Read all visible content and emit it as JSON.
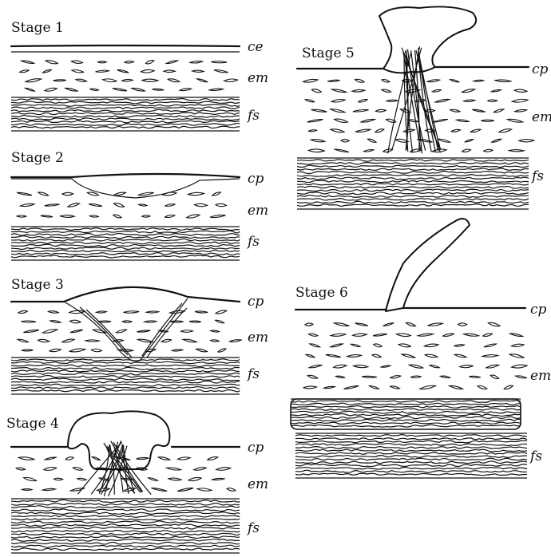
{
  "stages": [
    {
      "title": "Stage 1",
      "labels": [
        "ce",
        "em",
        "fs"
      ]
    },
    {
      "title": "Stage 2",
      "labels": [
        "cp",
        "em",
        "fs"
      ]
    },
    {
      "title": "Stage 3",
      "labels": [
        "cp",
        "em",
        "fs"
      ]
    },
    {
      "title": "Stage 4",
      "labels": [
        "cp",
        "em",
        "fs"
      ]
    },
    {
      "title": "Stage 5",
      "labels": [
        "cp",
        "em",
        "fs"
      ]
    },
    {
      "title": "Stage 6",
      "labels": [
        "cp",
        "em",
        "fs"
      ]
    }
  ],
  "colors": {
    "ink": "#111111",
    "background": "#ffffff"
  }
}
